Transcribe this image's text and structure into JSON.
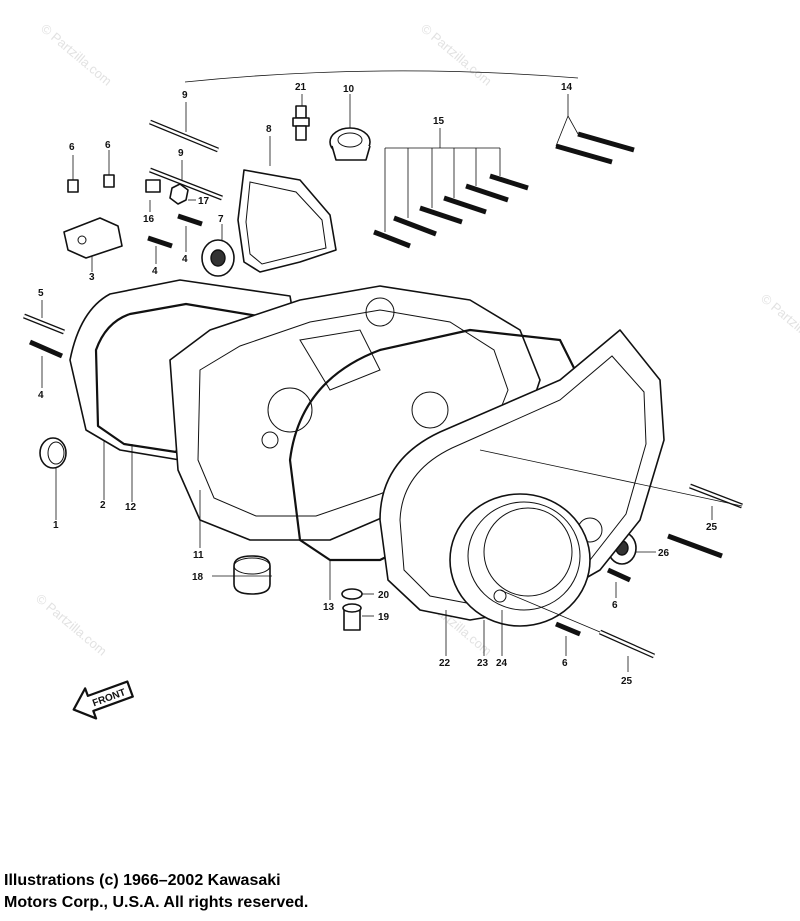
{
  "watermark": "© Partzilla.com",
  "front_label": "FRONT",
  "callouts": {
    "c1": "1",
    "c2": "2",
    "c3": "3",
    "c4a": "4",
    "c4b": "4",
    "c4c": "4",
    "c5": "5",
    "c6a": "6",
    "c6b": "6",
    "c6c": "6",
    "c6d": "6",
    "c7": "7",
    "c8": "8",
    "c9a": "9",
    "c9b": "9",
    "c10": "10",
    "c11": "11",
    "c12": "12",
    "c13": "13",
    "c14": "14",
    "c15": "15",
    "c16": "16",
    "c17": "17",
    "c18": "18",
    "c19": "19",
    "c20": "20",
    "c21": "21",
    "c22": "22",
    "c23": "23",
    "c24": "24",
    "c25a": "25",
    "c25b": "25",
    "c26": "26"
  },
  "copyright": {
    "line1": "Illustrations (c) 1966–2002 Kawasaki",
    "line2": "Motors Corp., U.S.A.  All rights reserved."
  }
}
